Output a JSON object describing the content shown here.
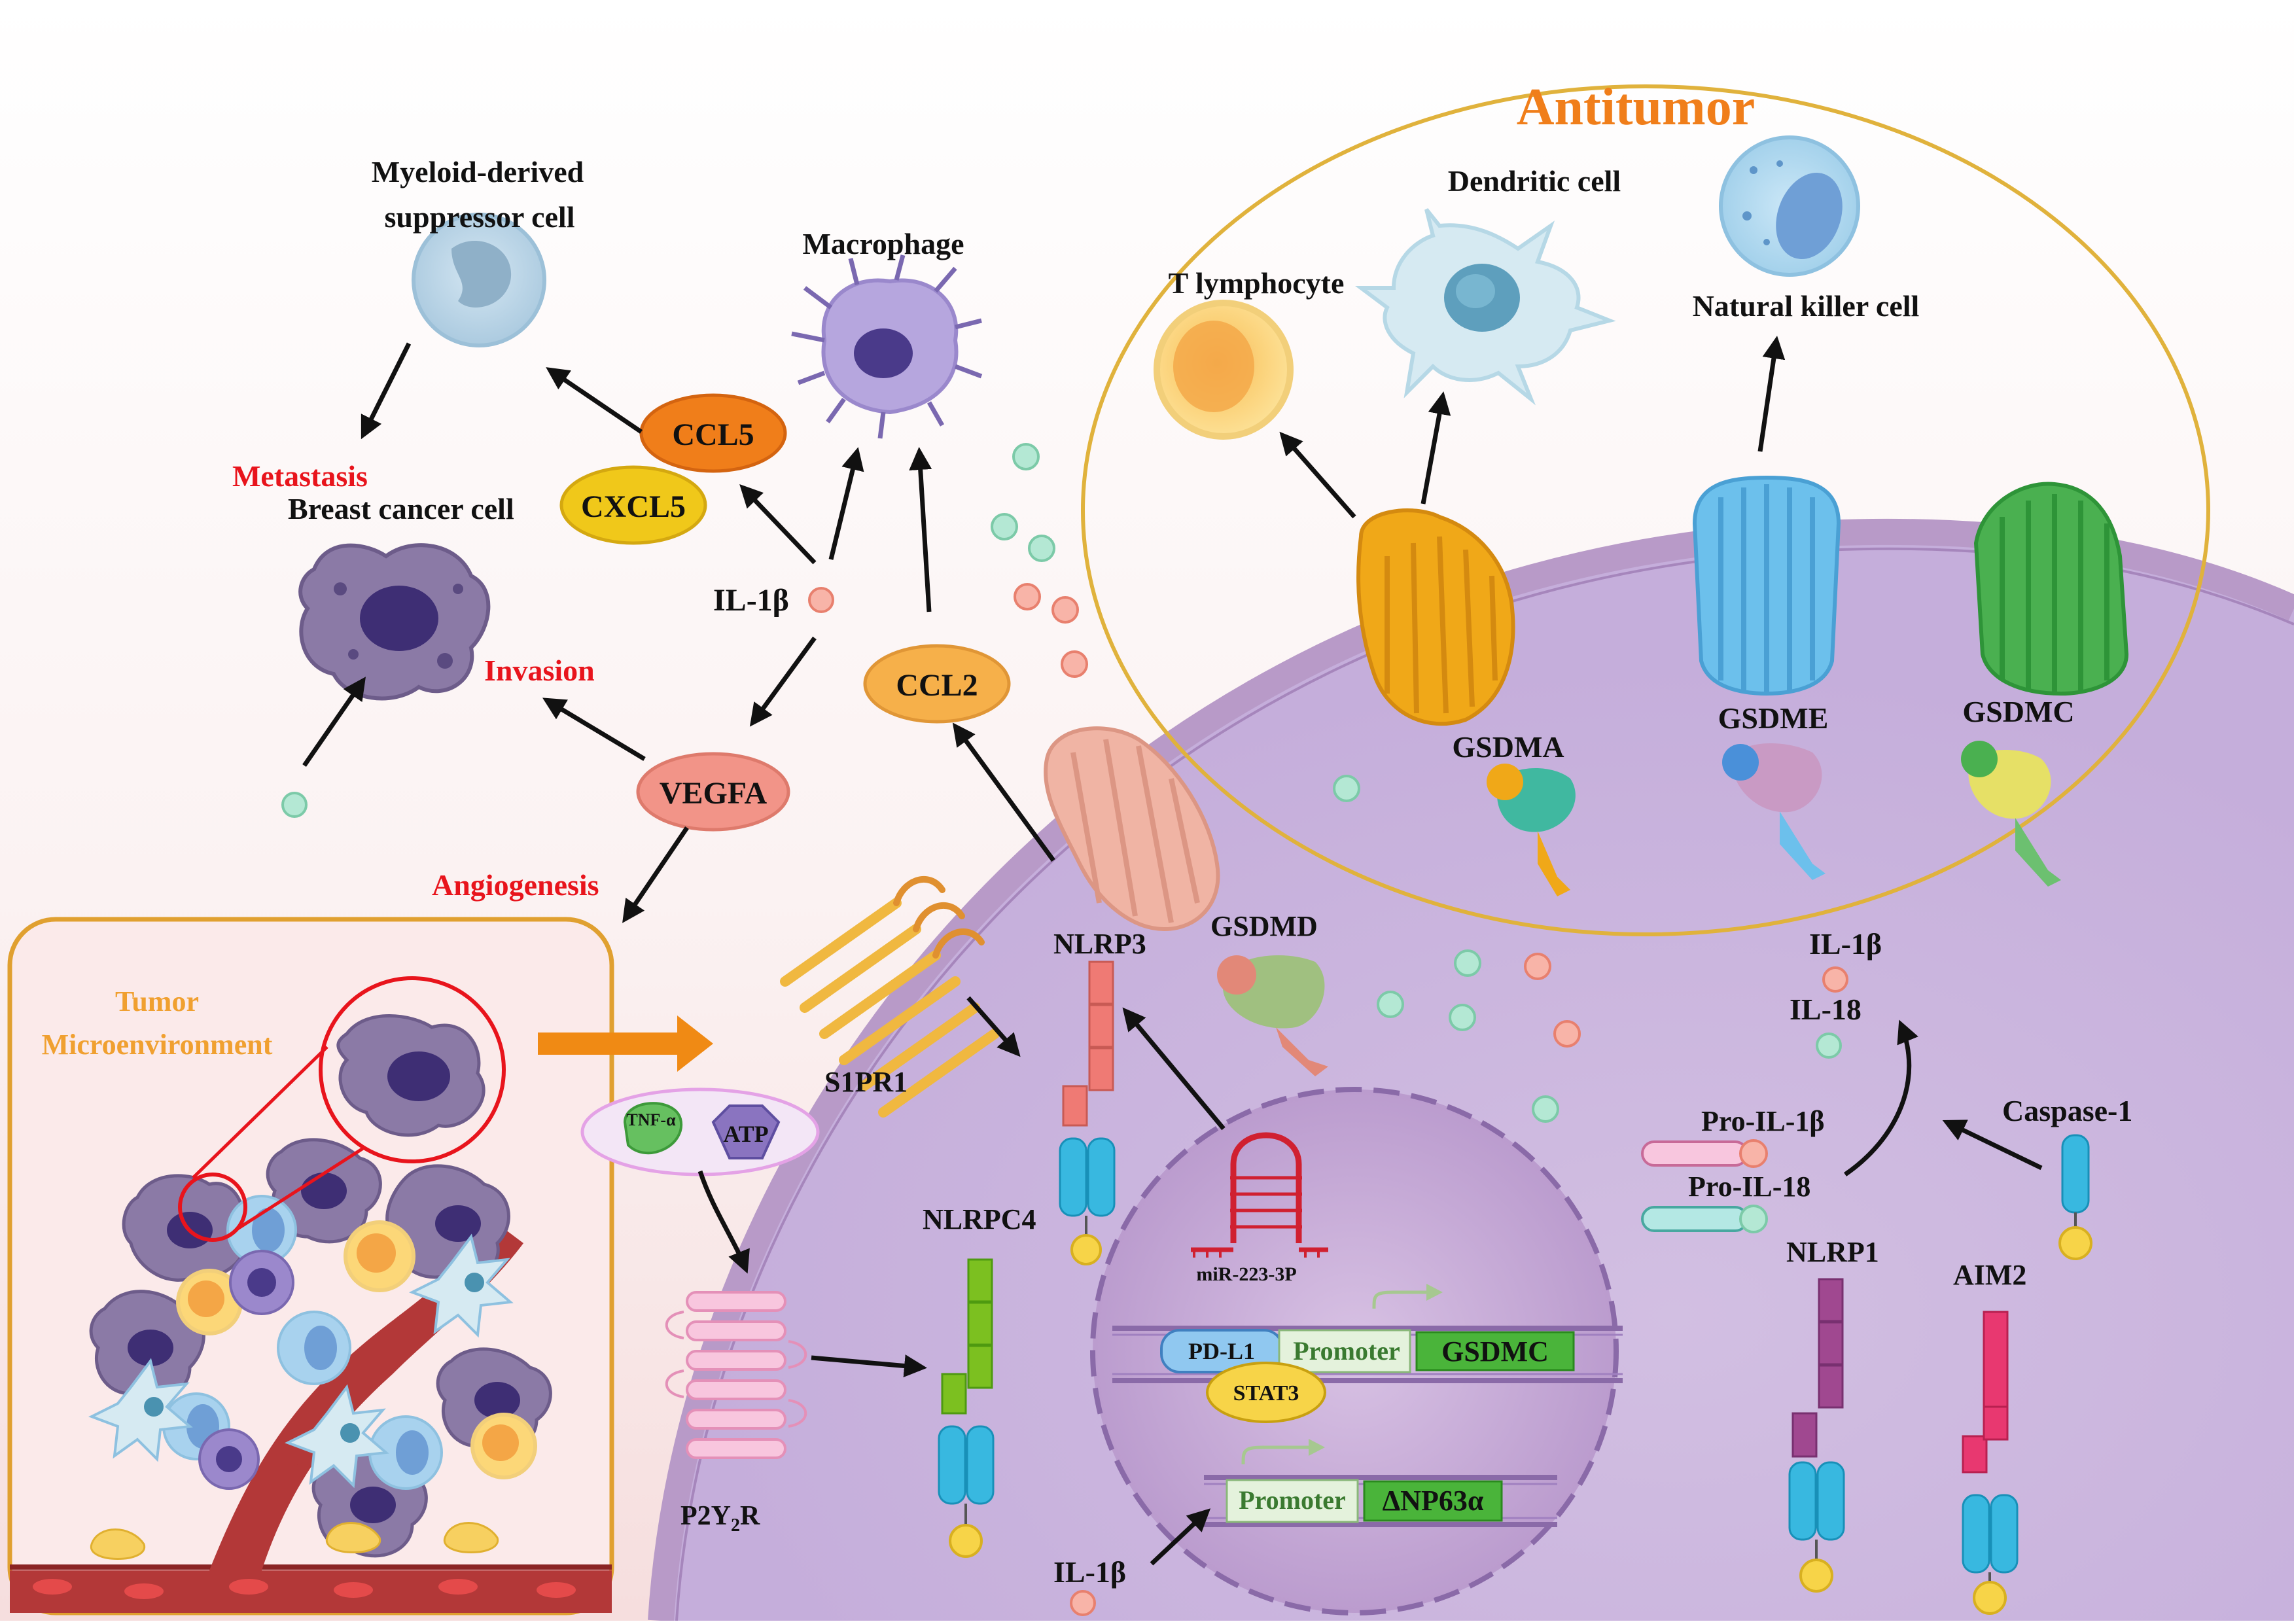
{
  "antitumor": {
    "title": "Antitumor",
    "t_lymphocyte": "T lymphocyte",
    "dendritic_cell": "Dendritic cell",
    "nk_cell": "Natural killer cell",
    "gsdma": "GSDMA",
    "gsdme": "GSDME",
    "gsdmc": "GSDMC"
  },
  "top_left": {
    "mdsc_line1": "Myeloid-derived",
    "mdsc_line2": "suppressor cell",
    "macrophage": "Macrophage",
    "metastasis": "Metastasis",
    "breast_cancer_cell": "Breast cancer cell",
    "ccl5": "CCL5",
    "cxcl5": "CXCL5",
    "il1b": "IL-1β",
    "ccl2": "CCL2",
    "invasion": "Invasion",
    "vegfa": "VEGFA",
    "angiogenesis": "Angiogenesis"
  },
  "tme": {
    "line1": "Tumor",
    "line2": "Microenvironment"
  },
  "receptors": {
    "s1pr1": "S1PR1",
    "tnf": "TNF-α",
    "atp": "ATP",
    "p2y2r_main": "P2Y",
    "p2y2r_sub": "2",
    "p2y2r_tail": "R",
    "nlrp3": "NLRP3",
    "gsdmd": "GSDMD",
    "nlrpc4": "NLRPC4"
  },
  "nucleus": {
    "mirna": "miR-223-3P",
    "pdl1": "PD-L1",
    "promoter1": "Promoter",
    "gsdmc": "GSDMC",
    "stat3": "STAT3",
    "promoter2": "Promoter",
    "np63": "ΔNP63α",
    "il1b_bottom": "IL-1β"
  },
  "right": {
    "il1b": "IL-1β",
    "il18": "IL-18",
    "pro_il1b": "Pro-IL-1β",
    "pro_il18": "Pro-IL-18",
    "caspase1": "Caspase-1",
    "nlrp1": "NLRP1",
    "aim2": "AIM2"
  },
  "colors": {
    "label_red": "#e8141c",
    "label_orange": "#f0a030",
    "antitumor_orange": "#f07e1a",
    "cell_membrane": "#b89ac8",
    "cytoplasm": "#dccdea",
    "gsdma": "#f0a818",
    "gsdme": "#6cc0ec",
    "gsdmc": "#4ab050",
    "nlrp3": "#f0b4a4",
    "dot_teal": "#b4e8d4",
    "dot_pink": "#f8b4a8"
  }
}
